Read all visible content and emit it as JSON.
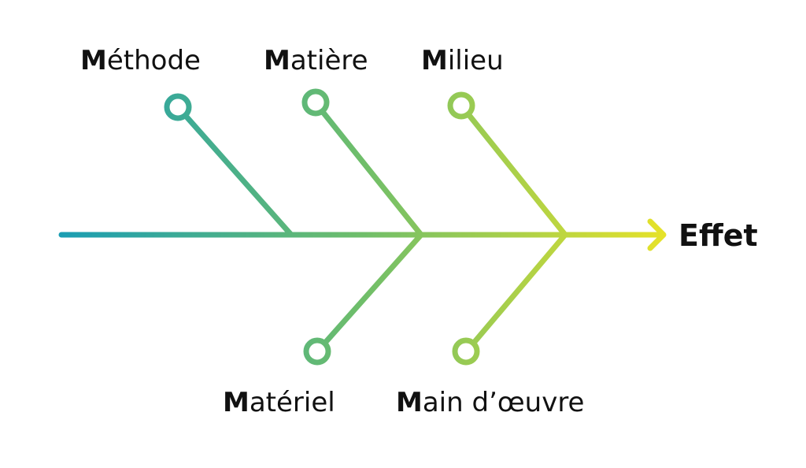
{
  "diagram": {
    "type": "ishikawa",
    "effect": "Effet",
    "causes_top": [
      {
        "initial": "M",
        "rest": "éthode"
      },
      {
        "initial": "M",
        "rest": "atière"
      },
      {
        "initial": "M",
        "rest": "ilieu"
      }
    ],
    "causes_bottom": [
      {
        "initial": "M",
        "rest": "atériel"
      },
      {
        "initial": "M",
        "rest": "ain d’œuvre"
      }
    ]
  },
  "colors": {
    "gradient_start": "#1a9db3",
    "gradient_mid": "#6fbe6a",
    "gradient_end": "#e6e229",
    "text": "#111111",
    "background": "#ffffff"
  }
}
